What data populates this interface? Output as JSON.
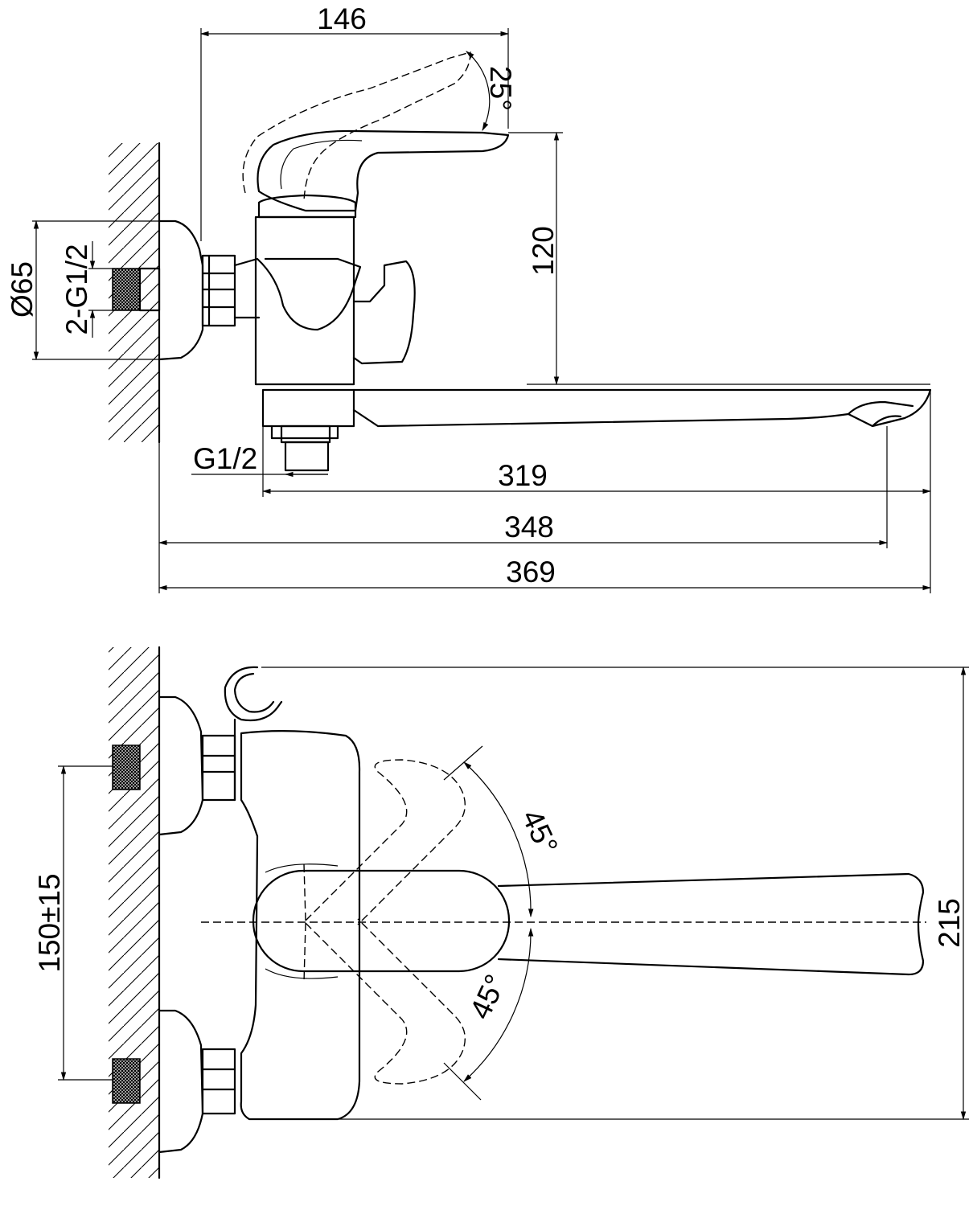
{
  "side_view": {
    "dims": {
      "height_body": "146",
      "lever_angle": "25°",
      "height_total": "120",
      "flange_diameter": "Ø65",
      "inlet_thread": "2-G1/2",
      "outlet_thread": "G1/2",
      "spout_length": "319",
      "reach": "348",
      "total_length": "369"
    }
  },
  "top_view": {
    "dims": {
      "inlet_spacing": "150±15",
      "swivel_up": "45°",
      "swivel_down": "45°",
      "depth_total": "215"
    }
  }
}
